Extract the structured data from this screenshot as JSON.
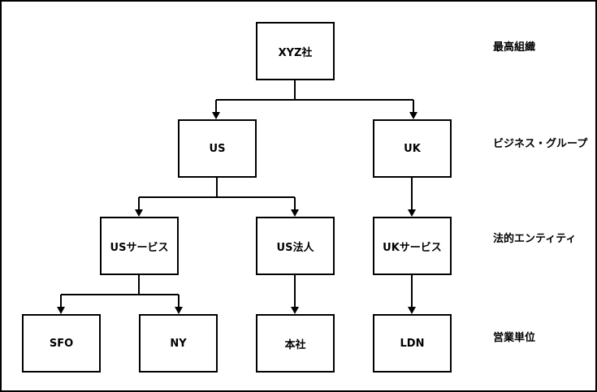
{
  "diagram": {
    "nodes": {
      "xyz": {
        "label": "XYZ社"
      },
      "us": {
        "label": "US"
      },
      "uk": {
        "label": "UK"
      },
      "us_services": {
        "label": "USサービス"
      },
      "us_corp": {
        "label": "US法人"
      },
      "uk_services": {
        "label": "UKサービス"
      },
      "sfo": {
        "label": "SFO"
      },
      "ny": {
        "label": "NY"
      },
      "honsha": {
        "label": "本社"
      },
      "ldn": {
        "label": "LDN"
      }
    },
    "level_labels": {
      "level1": "最高組織",
      "level2": "ビジネス・グループ",
      "level3": "法的エンティティ",
      "level4": "営業単位"
    },
    "edges": [
      [
        "XYZ社",
        "US"
      ],
      [
        "XYZ社",
        "UK"
      ],
      [
        "US",
        "USサービス"
      ],
      [
        "US",
        "US法人"
      ],
      [
        "UK",
        "UKサービス"
      ],
      [
        "USサービス",
        "SFO"
      ],
      [
        "USサービス",
        "NY"
      ],
      [
        "US法人",
        "本社"
      ],
      [
        "UKサービス",
        "LDN"
      ]
    ],
    "colors": {
      "line": "#000000",
      "box_border": "#000000",
      "background": "#ffffff",
      "text": "#000000"
    }
  }
}
